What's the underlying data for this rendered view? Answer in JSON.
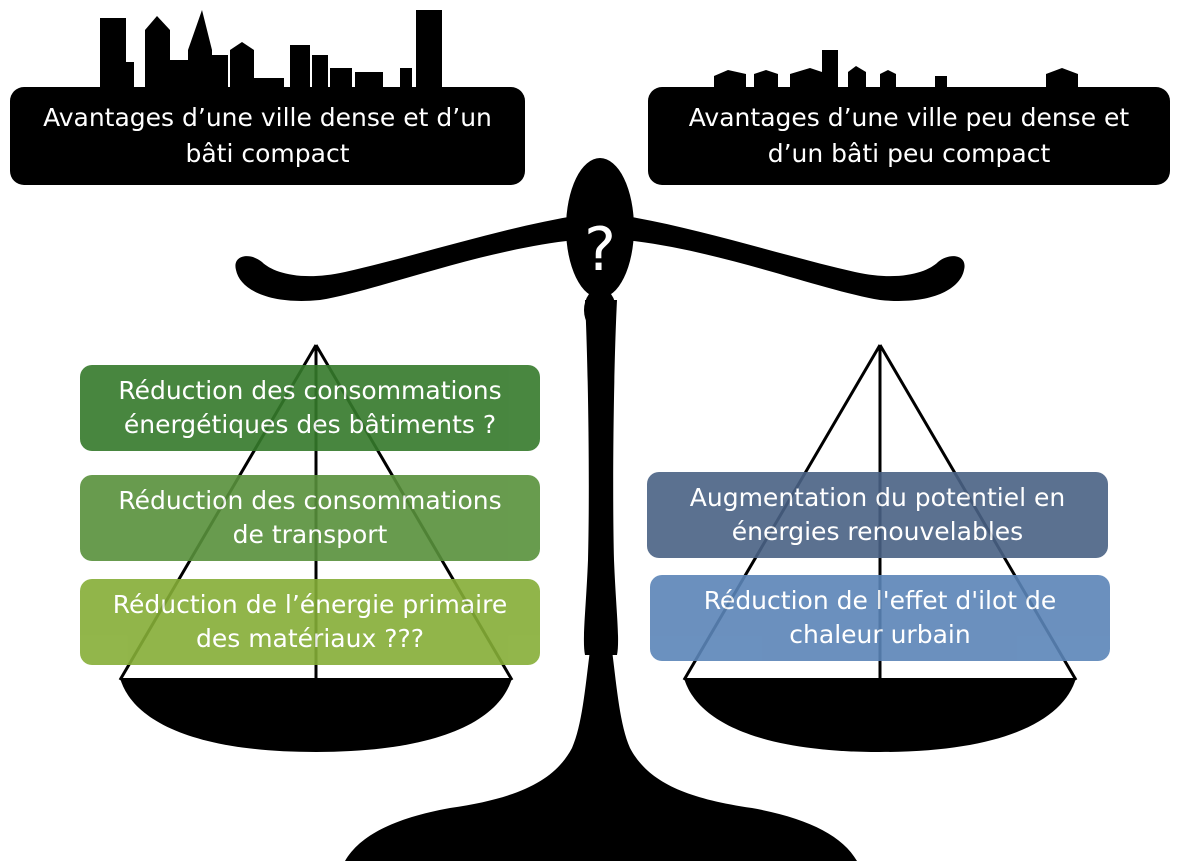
{
  "colors": {
    "background": "#ffffff",
    "silhouette": "#000000",
    "text_on_dark": "#ffffff",
    "dense_card_1": "#357a2b",
    "dense_card_2": "#58913b",
    "dense_card_3": "#86ae37",
    "sparse_card_1": "#4a6285",
    "sparse_card_2": "#5b85b8"
  },
  "icons": [
    "dense-skyline-icon",
    "sparse-skyline-icon",
    "balance-scale-icon"
  ],
  "header_left": {
    "line1": "Avantages d’une ville dense et d’un",
    "line2": "bâti compact"
  },
  "header_right": {
    "line1": "Avantages d’une ville peu dense et",
    "line2": "d’un bâti peu compact"
  },
  "center_symbol": "?",
  "left_pan_items": [
    {
      "line1": "Réduction des consommations",
      "line2": "énergétiques des bâtiments ?"
    },
    {
      "line1": "Réduction des consommations",
      "line2": "de transport"
    },
    {
      "line1": "Réduction de l’énergie primaire",
      "line2": "des matériaux ???"
    }
  ],
  "right_pan_items": [
    {
      "line1": "Augmentation du potentiel en",
      "line2": "énergies renouvelables"
    },
    {
      "line1": "Réduction de l'effet d'ilot de",
      "line2": "chaleur urbain"
    }
  ]
}
